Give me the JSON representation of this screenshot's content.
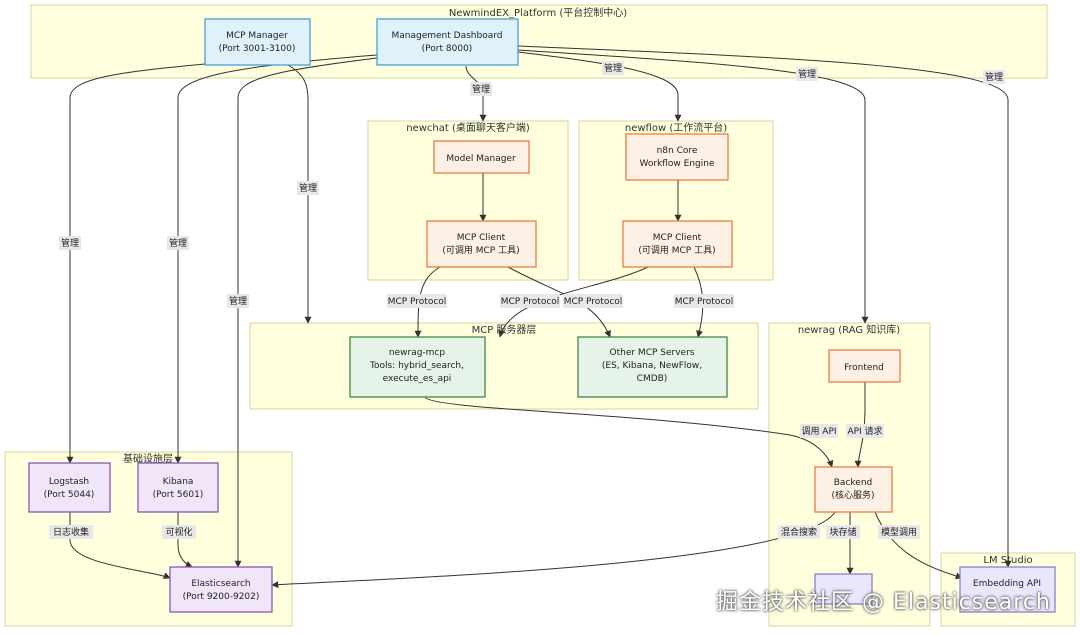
{
  "groups": {
    "platform": "NewmindEX_Platform (平台控制中心)",
    "newchat": "newchat (桌面聊天客户端)",
    "newflow": "newflow (工作流平台)",
    "mcp_layer": "MCP 服务器层",
    "newrag": "newrag (RAG 知识库)",
    "infra": "基础设施层",
    "lmstudio": "LM Studio"
  },
  "nodes": {
    "mcp_manager": [
      "MCP Manager",
      "(Port 3001-3100)"
    ],
    "dashboard": [
      "Management Dashboard",
      "(Port 8000)"
    ],
    "model_manager": [
      "Model Manager"
    ],
    "chat_client": [
      "MCP Client",
      "(可调用 MCP 工具)"
    ],
    "n8n": [
      "n8n Core",
      "Workflow Engine"
    ],
    "flow_client": [
      "MCP Client",
      "(可调用 MCP 工具)"
    ],
    "newrag_mcp": [
      "newrag-mcp",
      "Tools: hybrid_search,",
      "execute_es_api"
    ],
    "other_mcp": [
      "Other MCP Servers",
      "(ES, Kibana, NewFlow,",
      "CMDB)"
    ],
    "frontend": [
      "Frontend"
    ],
    "backend": [
      "Backend",
      "(核心服务)"
    ],
    "storage": [
      ""
    ],
    "logstash": [
      "Logstash",
      "(Port 5044)"
    ],
    "kibana": [
      "Kibana",
      "(Port 5601)"
    ],
    "elasticsearch": [
      "Elasticsearch",
      "(Port 9200-9202)"
    ],
    "embedding": [
      "Embedding API"
    ]
  },
  "edge_labels": {
    "manage": "管理",
    "mcp_protocol": "MCP Protocol",
    "call_api": "调用 API",
    "api_request": "API 请求",
    "hybrid_search": "混合搜索",
    "chunk_store": "块存储",
    "model_call": "模型调用",
    "log_collect": "日志收集",
    "visualize": "可视化"
  },
  "watermark": "掘金技术社区 @ Elasticsearch",
  "colors": {
    "group_fill": "#ffffde",
    "group_stroke": "#d8d49a",
    "blue_fill": "#dff1fb",
    "blue_stroke": "#4a9fd6",
    "orange_fill": "#fdf0e4",
    "orange_stroke": "#f07b3f",
    "green_fill": "#e6f3e8",
    "green_stroke": "#3d8a4a",
    "purple_fill": "#f1e6f9",
    "purple_stroke": "#8a55b8",
    "edge": "#333333",
    "label_bg": "#e8e8e8"
  }
}
